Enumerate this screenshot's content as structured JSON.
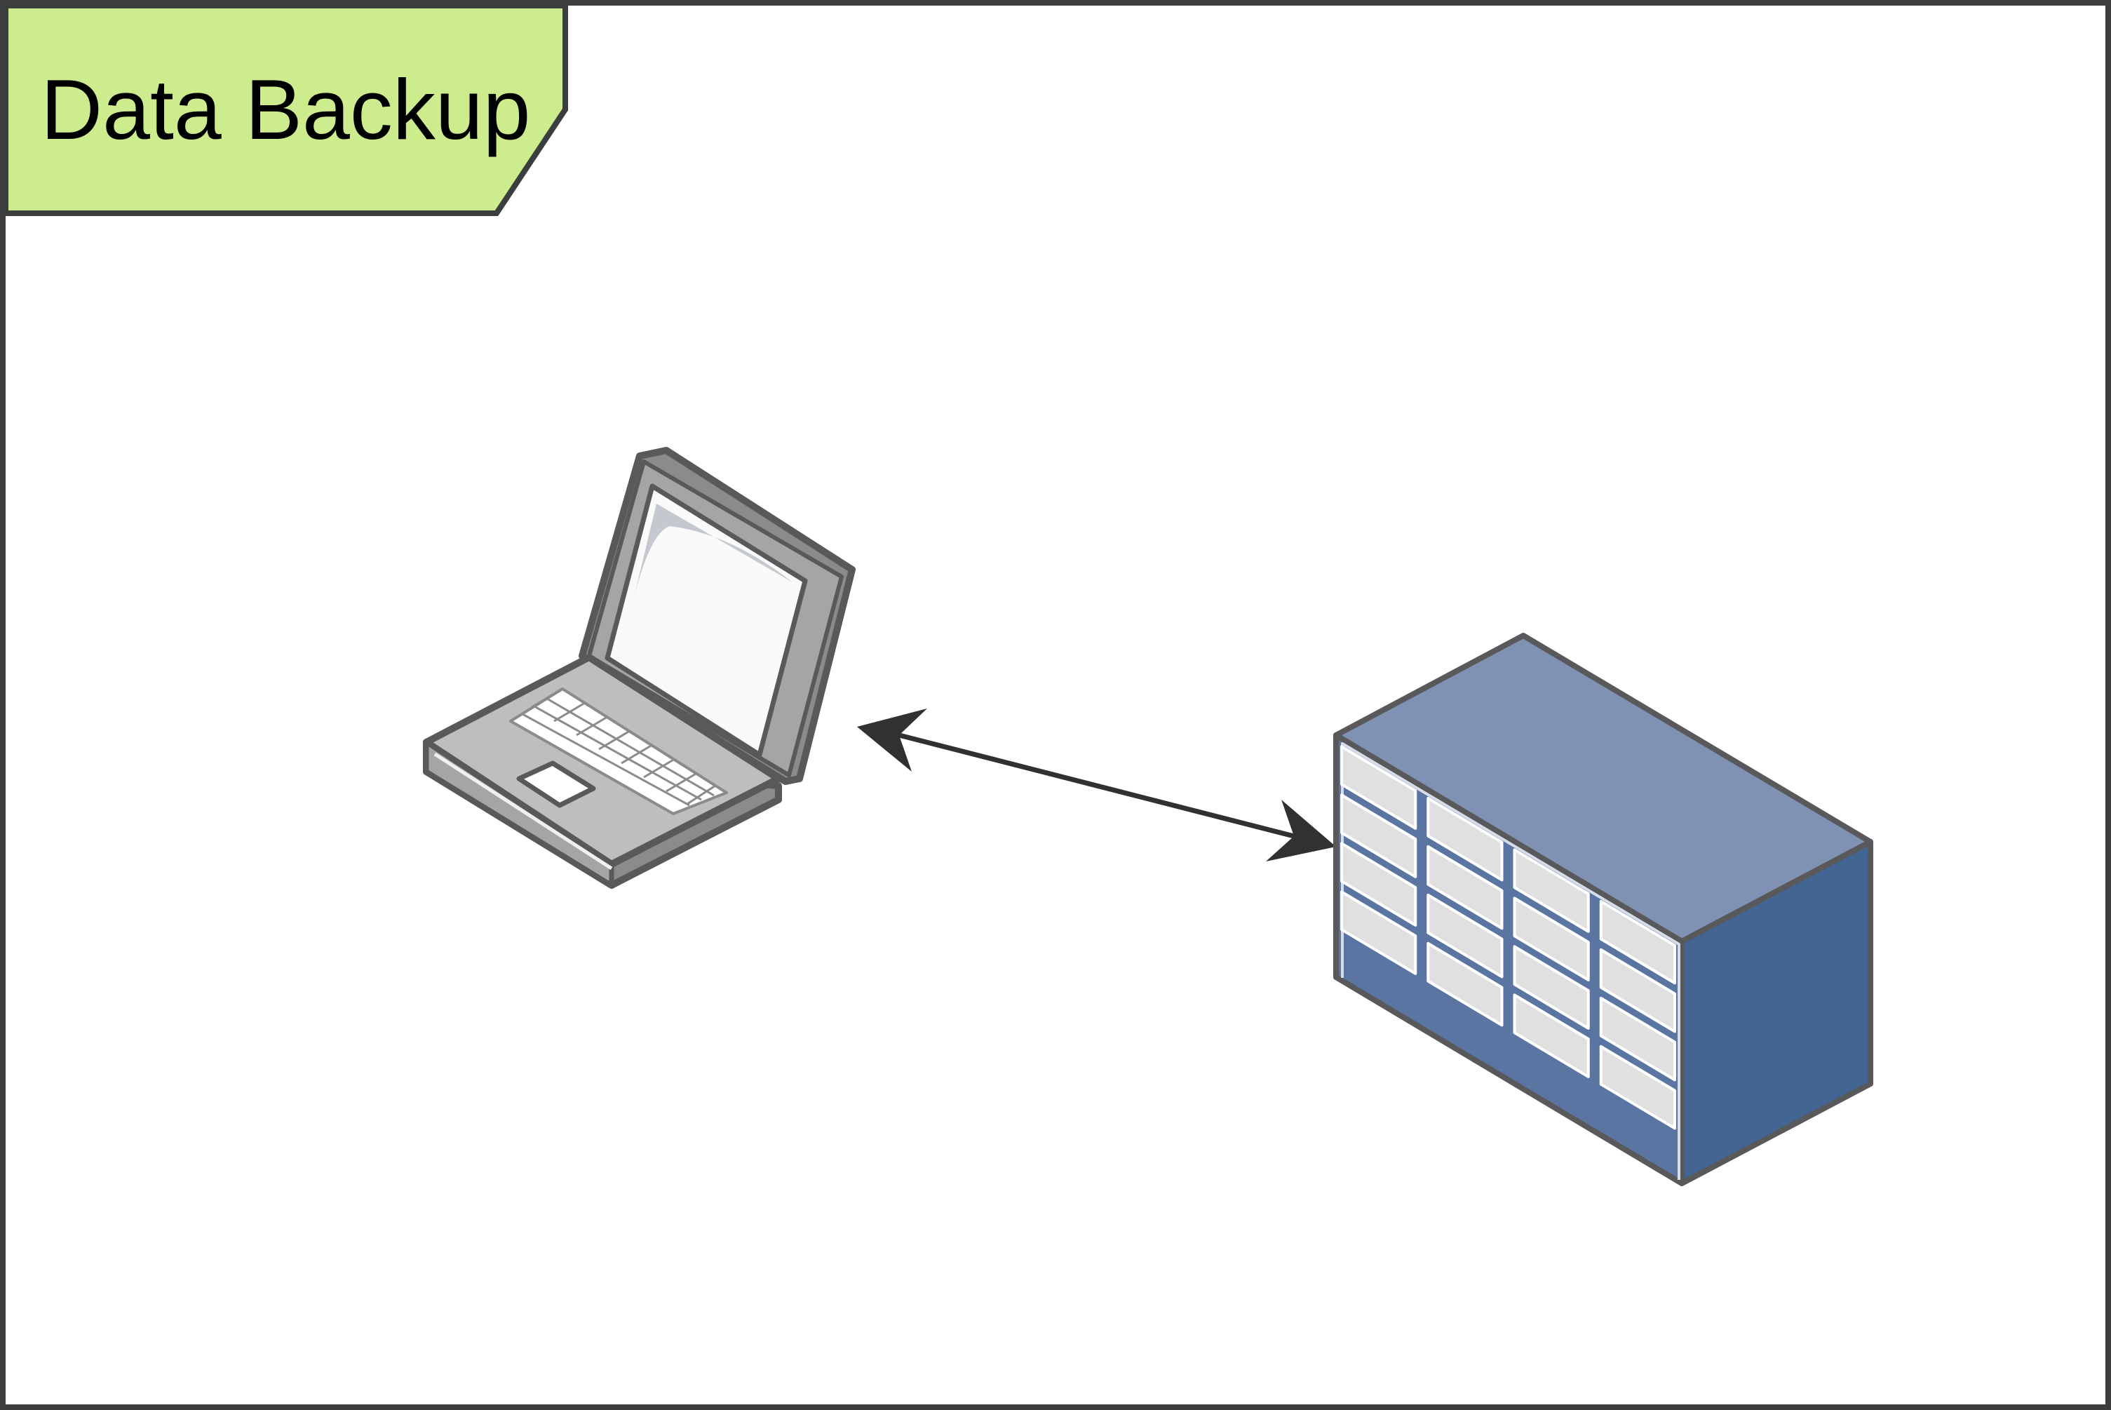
{
  "diagram": {
    "title": "Data Backup",
    "nodes": [
      {
        "id": "laptop",
        "icon": "laptop-icon"
      },
      {
        "id": "storage-array",
        "icon": "storage-array-icon"
      }
    ],
    "edges": [
      {
        "from": "laptop",
        "to": "storage-array",
        "direction": "bidirectional"
      }
    ],
    "colors": {
      "title_fill": "#cdec8d",
      "outline": "#3b3d3f",
      "storage_top": "#7f92b3",
      "storage_front": "#5b75a3",
      "storage_side": "#426591",
      "drive_bay": "#e0e0e1",
      "laptop_body": "#bdbec0",
      "laptop_dark": "#8a8b8d"
    }
  }
}
